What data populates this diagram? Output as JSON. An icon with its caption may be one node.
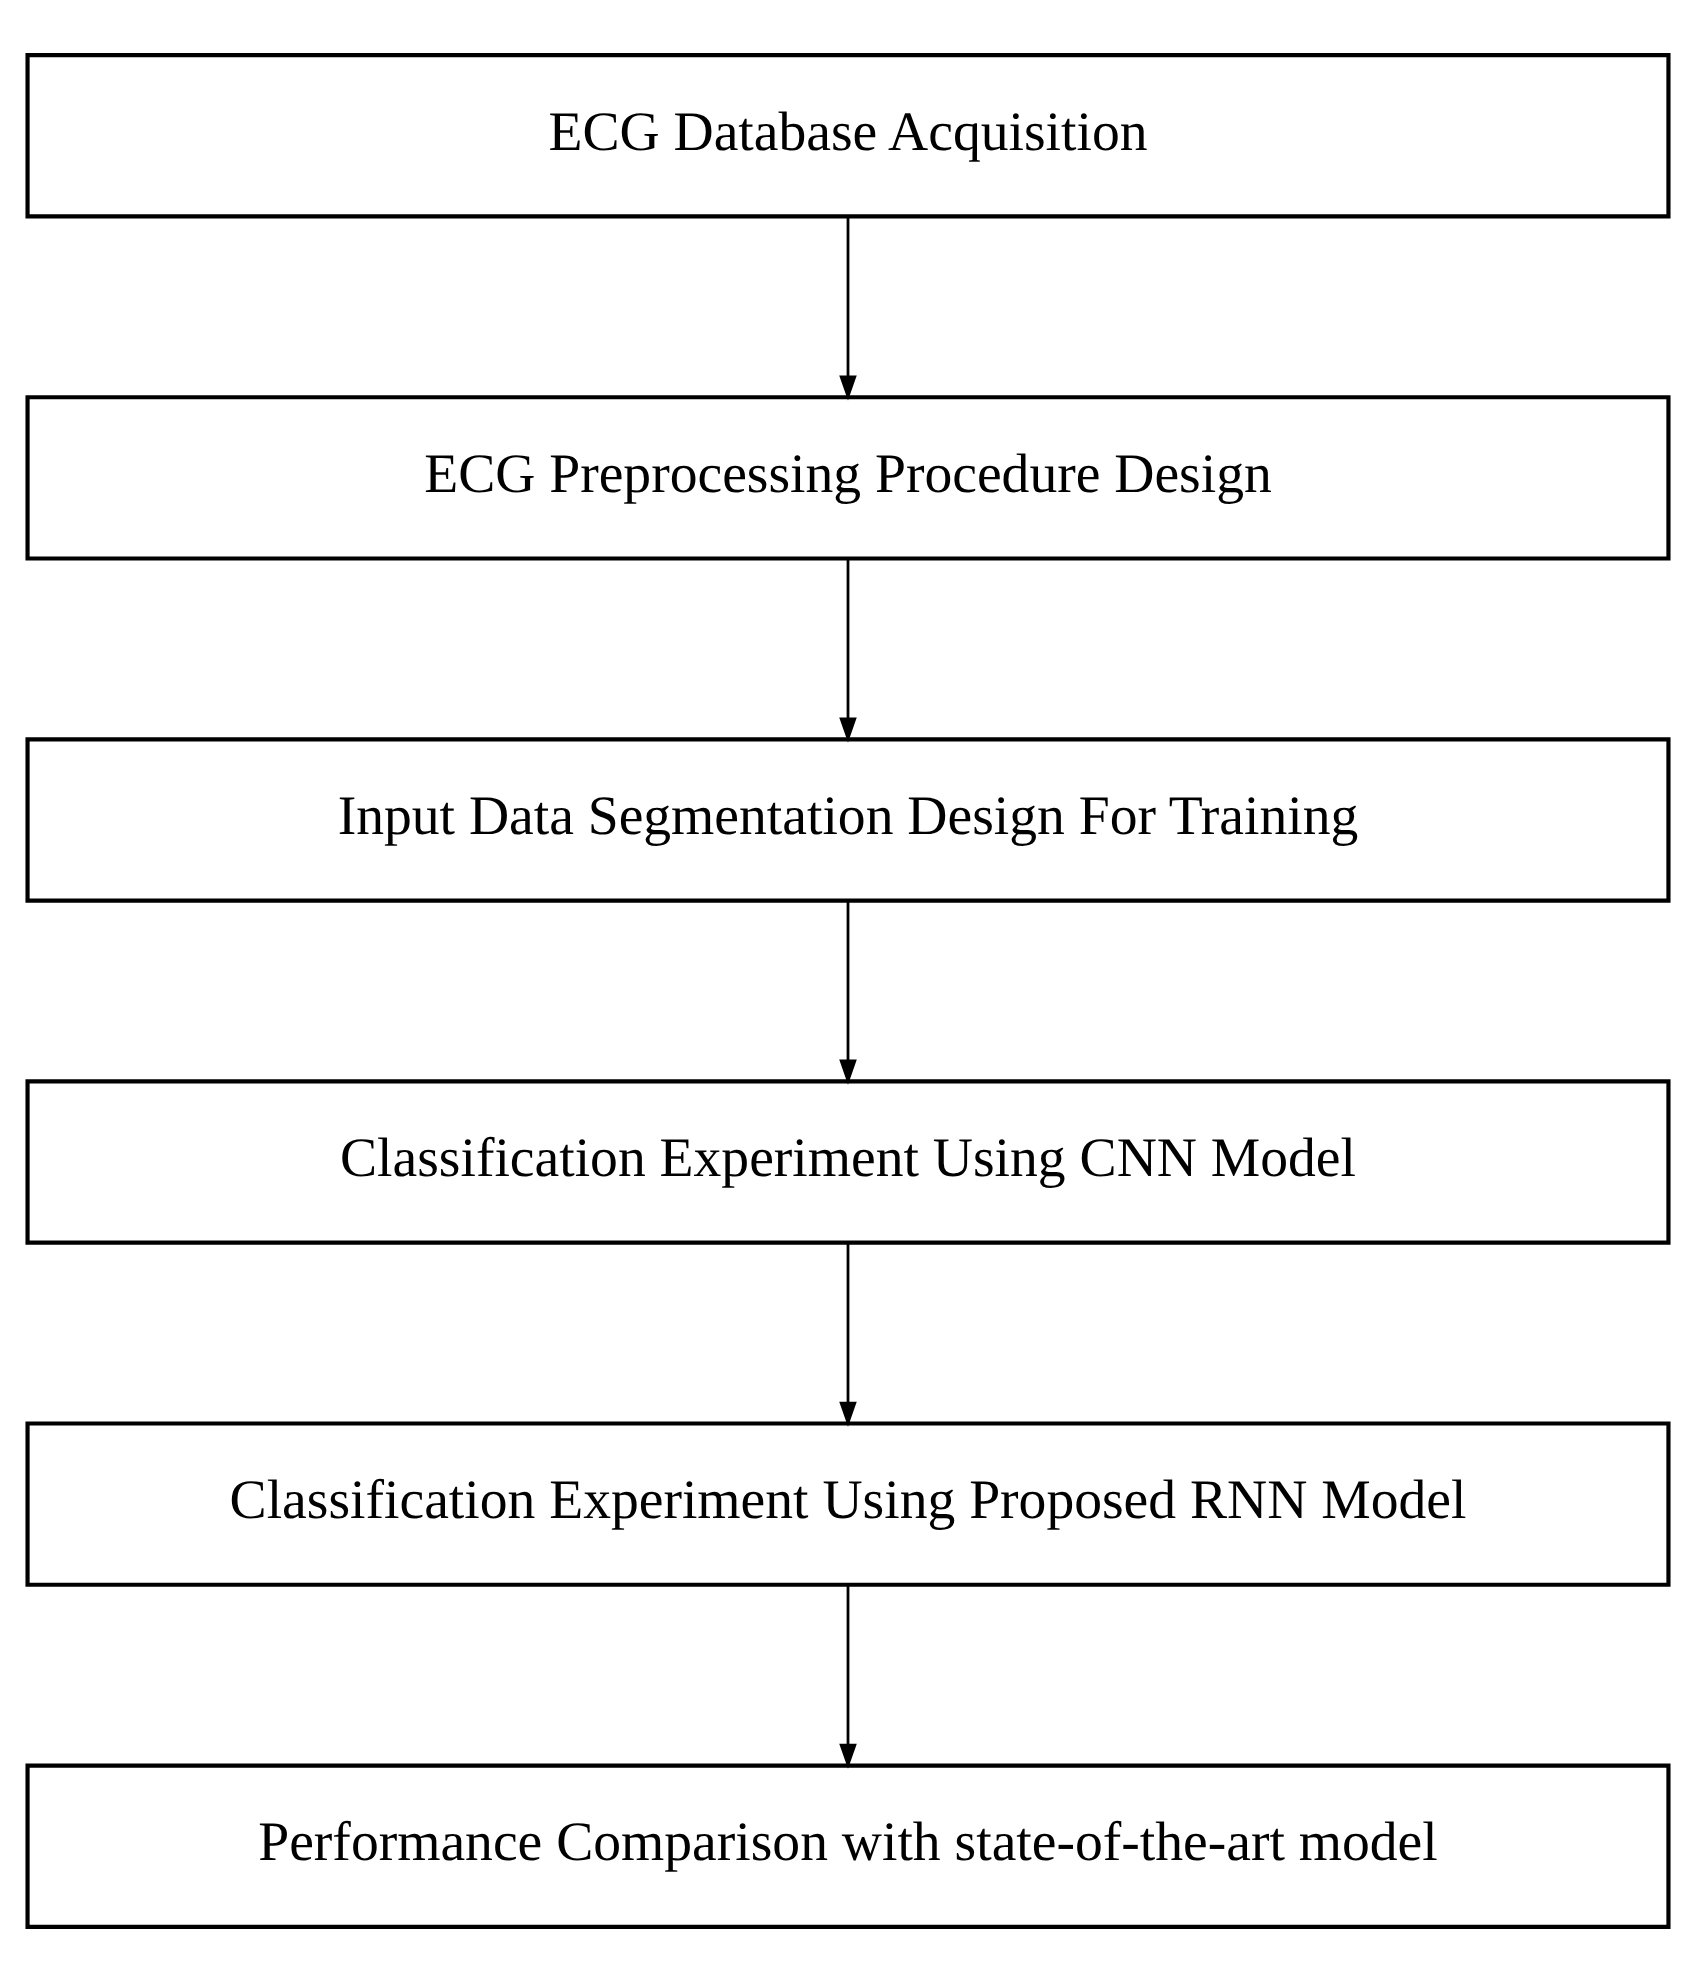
{
  "diagram": {
    "nodes": [
      {
        "text": [
          "ECG Database Acquisition"
        ]
      },
      {
        "text": [
          "ECG Preprocessing Procedure Design"
        ]
      },
      {
        "text": [
          "Input Data Segmentation Design For Training"
        ]
      },
      {
        "text": [
          "Classification Experiment Using CNN Model"
        ]
      },
      {
        "text": [
          "Classification Experiment Using Proposed RNN Model"
        ]
      },
      {
        "text": [
          "Performance Comparison with state-of-the-art model"
        ]
      }
    ],
    "edges": [
      {
        "from": 0,
        "to": 1,
        "arrow": "to"
      },
      {
        "from": 1,
        "to": 2,
        "arrow": "to"
      },
      {
        "from": 2,
        "to": 3,
        "arrow": "to"
      },
      {
        "from": 3,
        "to": 4,
        "arrow": "to"
      },
      {
        "from": 4,
        "to": 5,
        "arrow": "to"
      }
    ]
  }
}
